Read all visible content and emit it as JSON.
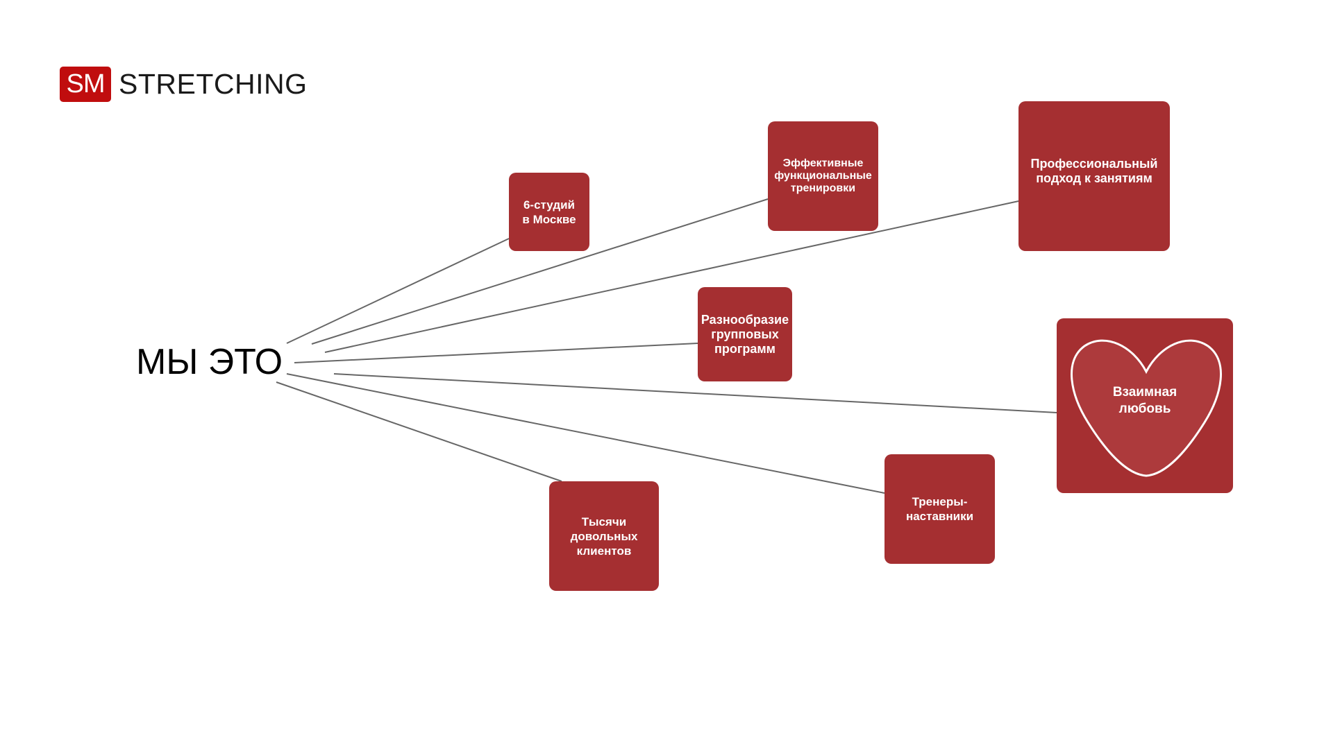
{
  "logo": {
    "mark": "SM",
    "text": "STRETCHING"
  },
  "center_label": "МЫ ЭТО",
  "nodes": [
    {
      "id": "studios",
      "lines": [
        "6-студий",
        "в Москве"
      ]
    },
    {
      "id": "effective",
      "lines": [
        "Эффективные",
        "функциональные",
        "тренировки"
      ]
    },
    {
      "id": "professional",
      "lines": [
        "Профессиональный",
        "подход к занятиям"
      ]
    },
    {
      "id": "variety",
      "lines": [
        "Разнообразие",
        "групповых",
        "программ"
      ]
    },
    {
      "id": "love",
      "lines": [
        "Взаимная",
        "любовь"
      ]
    },
    {
      "id": "trainers",
      "lines": [
        "Тренеры-",
        "наставники"
      ]
    },
    {
      "id": "clients",
      "lines": [
        "Тысячи",
        "довольных",
        "клиентов"
      ]
    }
  ],
  "colors": {
    "box": "#a52f31",
    "logo": "#c00d0e",
    "line": "#666666"
  }
}
